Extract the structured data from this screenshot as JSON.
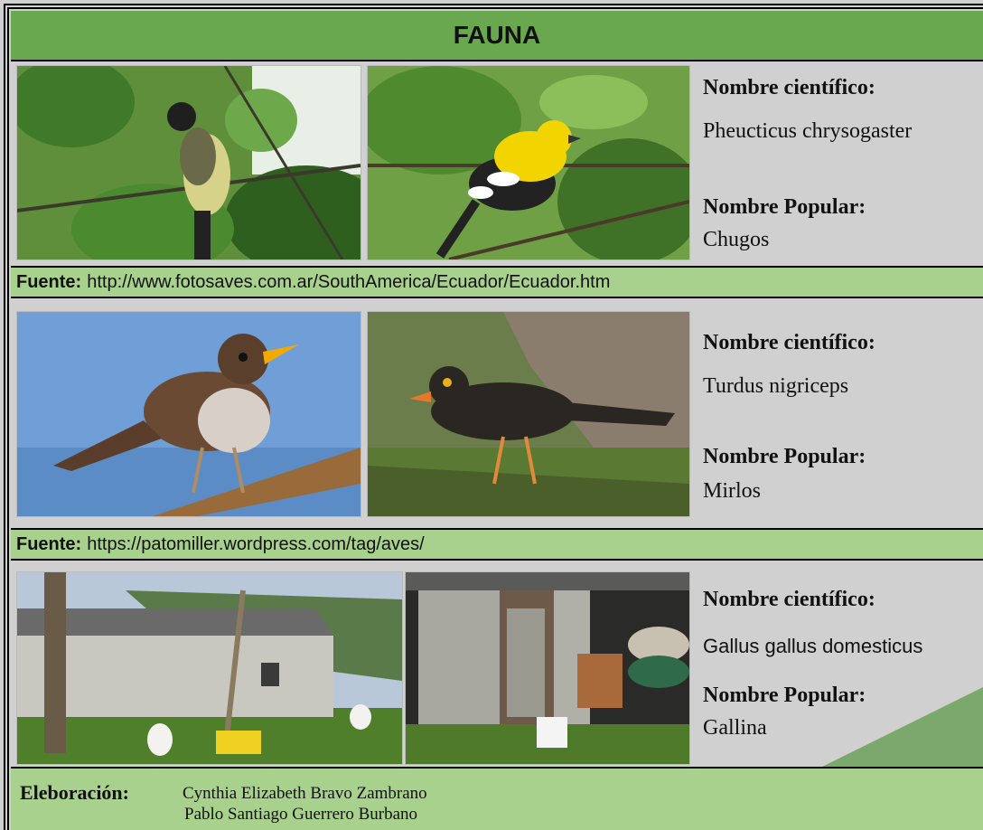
{
  "header": {
    "title": "FAUNA"
  },
  "entries": [
    {
      "photos": [
        {
          "icon": "yellow-bellied-bird-on-branch"
        },
        {
          "icon": "yellow-black-grosbeak-on-branch"
        }
      ],
      "scientific_label": "Nombre científico:",
      "scientific_name": "Pheucticus chrysogaster",
      "popular_label": "Nombre Popular:",
      "popular_name": "Chugos",
      "source_label": "Fuente:",
      "source_url": "http://www.fotosaves.com.ar/SouthAmerica/Ecuador/Ecuador.htm"
    },
    {
      "photos": [
        {
          "icon": "brown-thrush-on-branch"
        },
        {
          "icon": "black-thrush-on-grass"
        }
      ],
      "scientific_label": "Nombre científico:",
      "scientific_name": "Turdus nigriceps",
      "popular_label": "Nombre Popular:",
      "popular_name": "Mirlos",
      "source_label": "Fuente:",
      "source_url": "https://patomiller.wordpress.com/tag/aves/"
    },
    {
      "photos": [
        {
          "icon": "wooden-shed-with-chickens"
        },
        {
          "icon": "concrete-shed-storage"
        }
      ],
      "scientific_label": "Nombre científico:",
      "scientific_name": "Gallus gallus domesticus",
      "popular_label": "Nombre Popular:",
      "popular_name": "Gallina"
    }
  ],
  "credits": {
    "label": "Eleboración:",
    "authors": [
      "Cynthia Elizabeth Bravo Zambrano",
      "Pablo Santiago  Guerrero  Burbano"
    ]
  },
  "colors": {
    "title_bar": "#6aa84f",
    "source_bar": "#a9d18e",
    "panel": "#d0d0d0",
    "corner_triangle": "#7aa96b"
  }
}
